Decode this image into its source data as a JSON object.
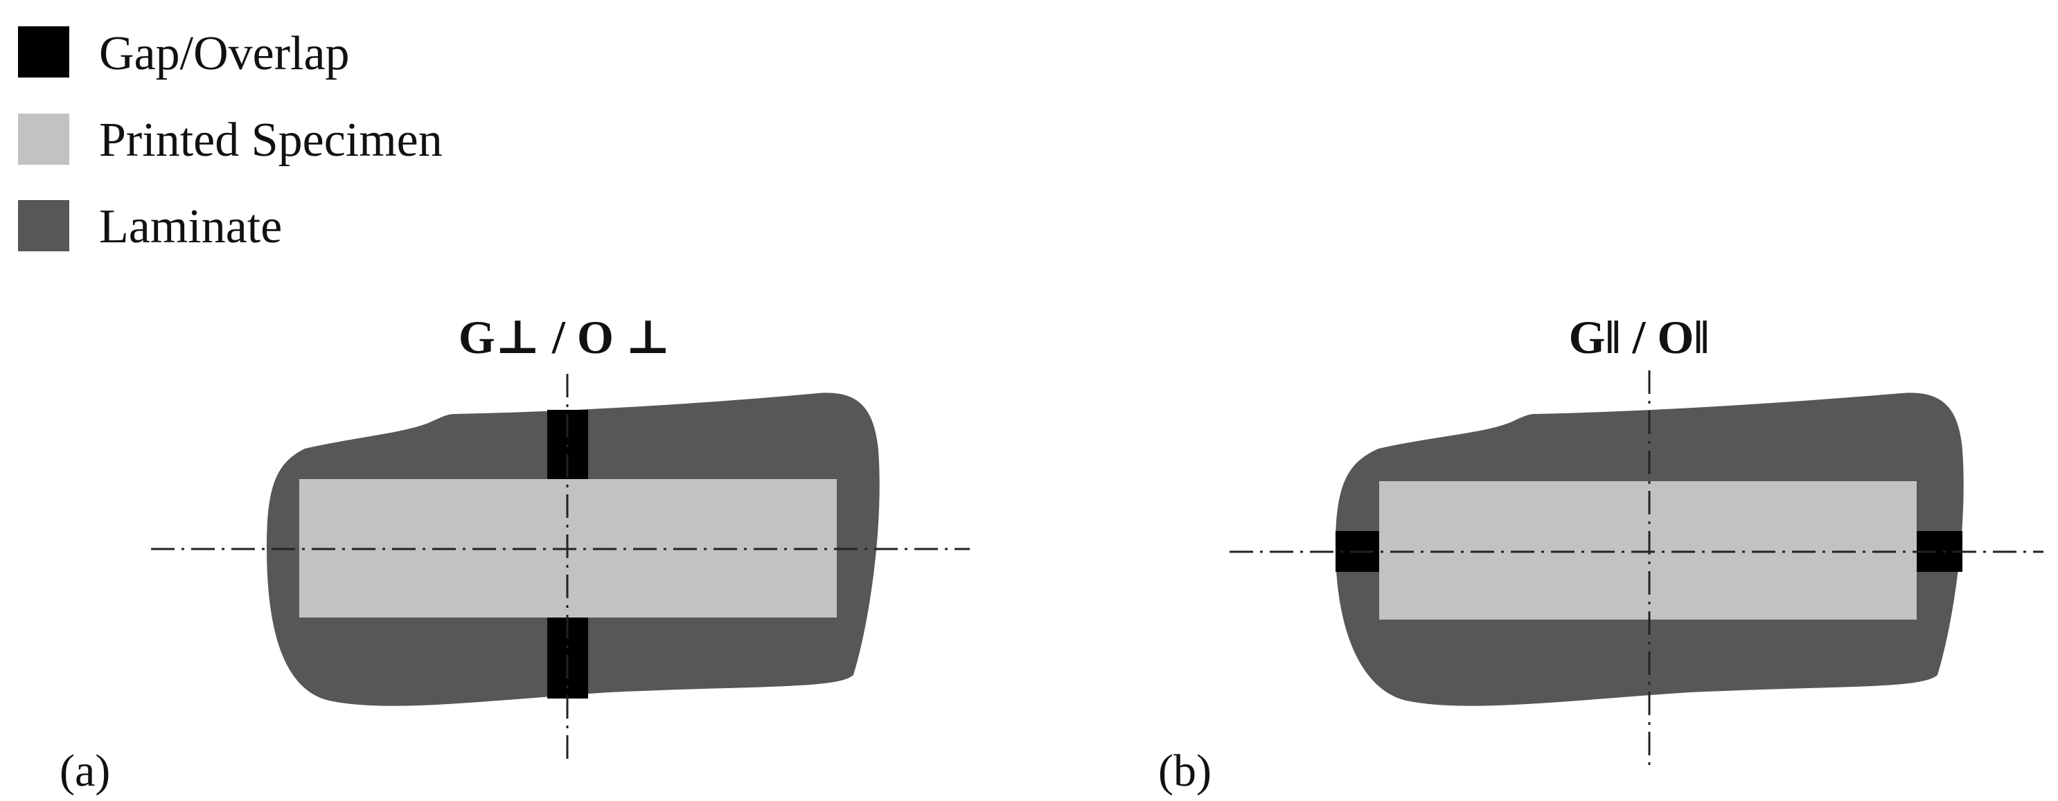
{
  "legend": [
    {
      "label": "Gap/Overlap",
      "color": "#000000"
    },
    {
      "label": "Printed Specimen",
      "color": "#c2c2c2"
    },
    {
      "label": "Laminate",
      "color": "#575757"
    }
  ],
  "panels": [
    {
      "id": "a",
      "title": "G⊥ / O ⊥",
      "label": "(a)",
      "defect_orientation": "perpendicular"
    },
    {
      "id": "b",
      "title": "G‖ / O‖",
      "label": "(b)",
      "defect_orientation": "parallel"
    }
  ]
}
